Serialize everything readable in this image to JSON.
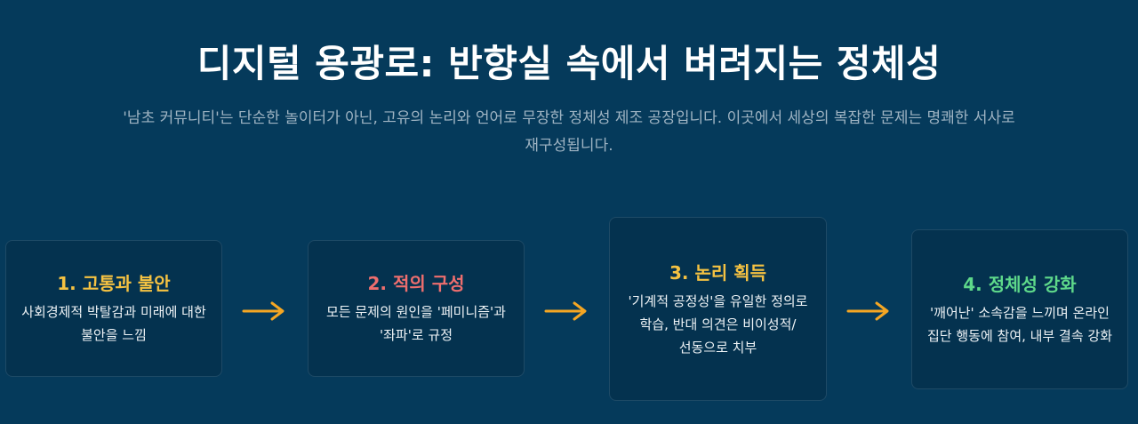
{
  "header": {
    "title": "디지털 용광로: 반향실 속에서 벼려지는 정체성",
    "subtitle": "'남초 커뮤니티'는 단순한 놀이터가 아닌, 고유의 논리와 언어로 무장한 정체성 제조 공장입니다. 이곳에서 세상의 복잡한 문제는 명쾌한 서사로 재구성됩니다."
  },
  "steps": [
    {
      "title": "1. 고통과 불안",
      "description": "사회경제적 박탈감과 미래에 대한 불안을 느낌",
      "color": "#f5c242"
    },
    {
      "title": "2. 적의 구성",
      "description": "모든 문제의 원인을 '페미니즘'과 '좌파'로 규정",
      "color": "#ee6e6e"
    },
    {
      "title": "3. 논리 획득",
      "description": "'기계적 공정성'을 유일한 정의로 학습, 반대 의견은 비이성적/선동으로 치부",
      "color": "#f5c242"
    },
    {
      "title": "4. 정체성 강화",
      "description": "'깨어난' 소속감을 느끼며 온라인 집단 행동에 참여, 내부 결속 강화",
      "color": "#5ed88a"
    }
  ],
  "arrow_color": "#f5a623"
}
